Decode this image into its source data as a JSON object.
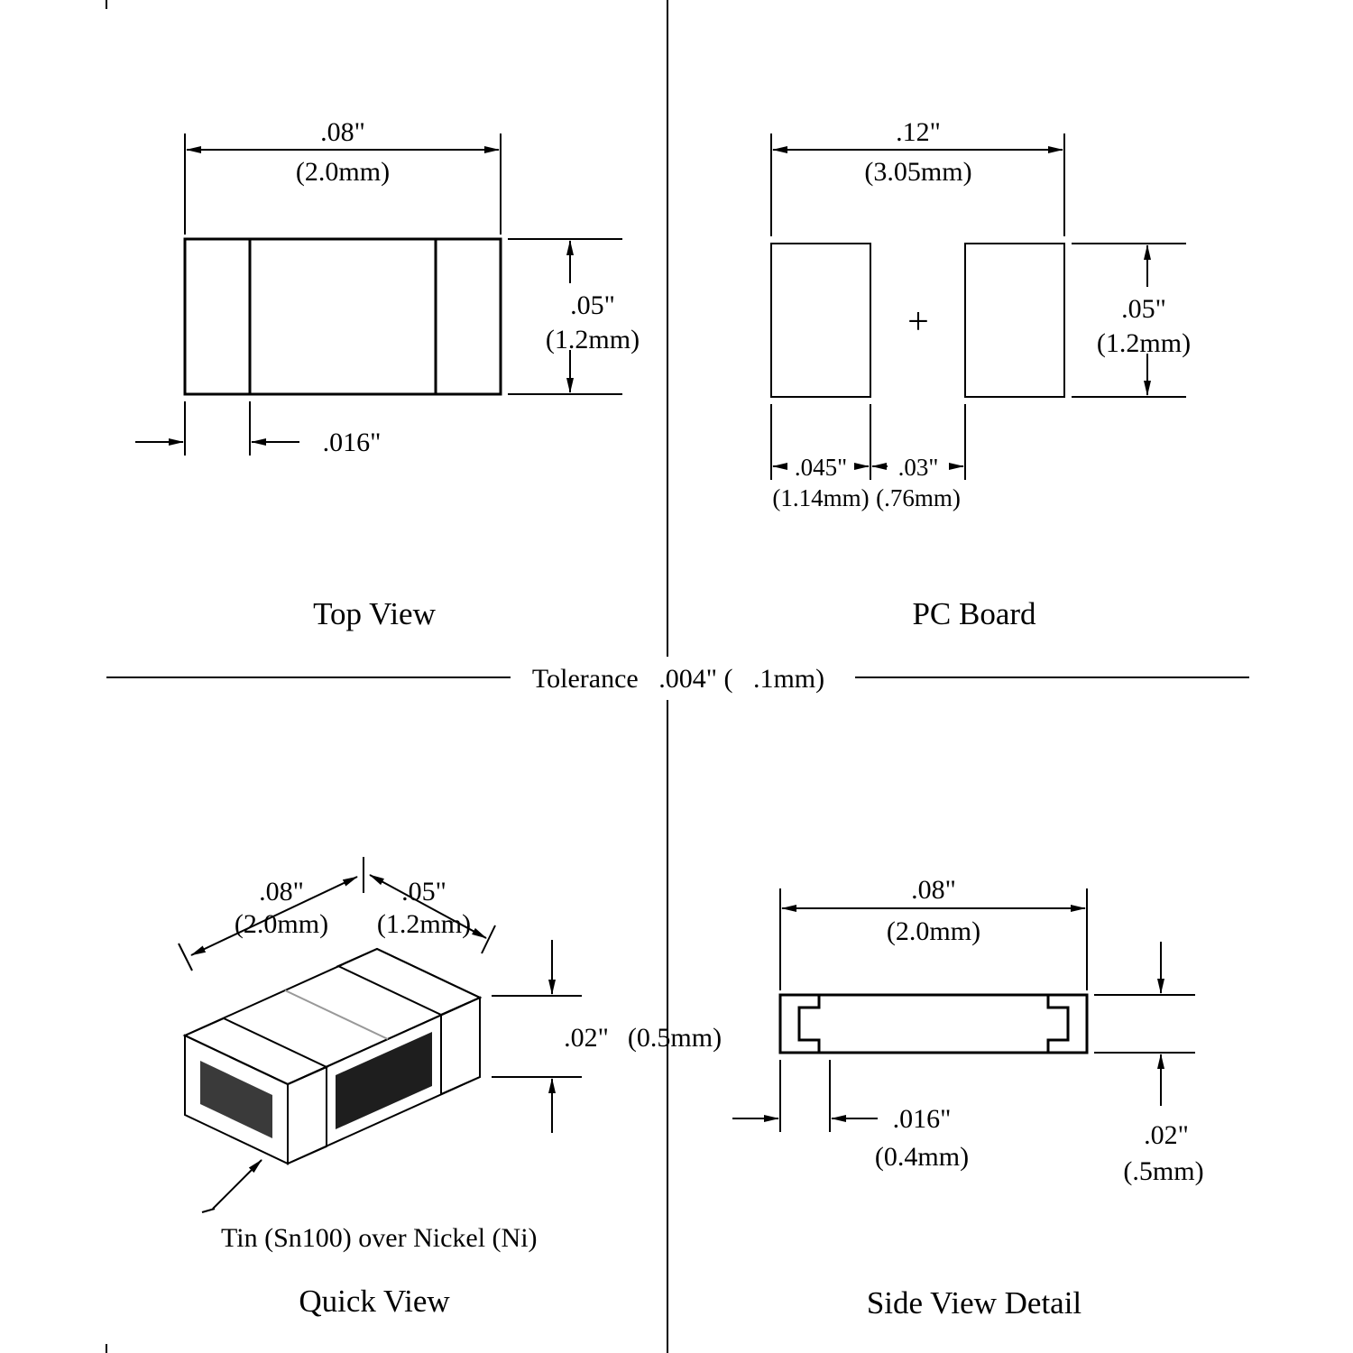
{
  "tolerance_note": "Tolerance   .004\" (   .1mm)",
  "colors": {
    "line": "#000000",
    "cap_gray": "#b0b0b0",
    "pad_black": "#1a1a1a",
    "metal_light": "#9a9a9a",
    "metal_mid": "#8e8e8e",
    "body_dark": "#444444",
    "recess_dark": "#2a2a2a"
  },
  "quadrants": {
    "top_view": {
      "caption": "Top View",
      "dims": {
        "width_in": ".08\"",
        "width_mm": "(2.0mm)",
        "height_in": ".05\"",
        "height_mm": "(1.2mm)",
        "terminal_in": ".016\""
      }
    },
    "pc_board": {
      "caption": "PC Board",
      "plus": "+",
      "dims": {
        "width_in": ".12\"",
        "width_mm": "(3.05mm)",
        "height_in": ".05\"",
        "height_mm": "(1.2mm)",
        "pad_in": ".045\"",
        "pad_mm": "(1.14mm)",
        "gap_in": ".03\"",
        "gap_mm": "(.76mm)"
      }
    },
    "quick_view": {
      "caption": "Quick View",
      "plating_note": "Tin (Sn100) over Nickel (Ni)",
      "dims": {
        "length_in": ".08\"",
        "length_mm": "(2.0mm)",
        "width_in": ".05\"",
        "width_mm": "(1.2mm)",
        "height_in": ".02\"",
        "height_mm": "(0.5mm)"
      }
    },
    "side_view": {
      "caption": "Side View Detail",
      "dims": {
        "length_in": ".08\"",
        "length_mm": "(2.0mm)",
        "terminal_in": ".016\"",
        "terminal_mm": "(0.4mm)",
        "height_in": ".02\"",
        "height_mm": "(.5mm)"
      }
    }
  }
}
